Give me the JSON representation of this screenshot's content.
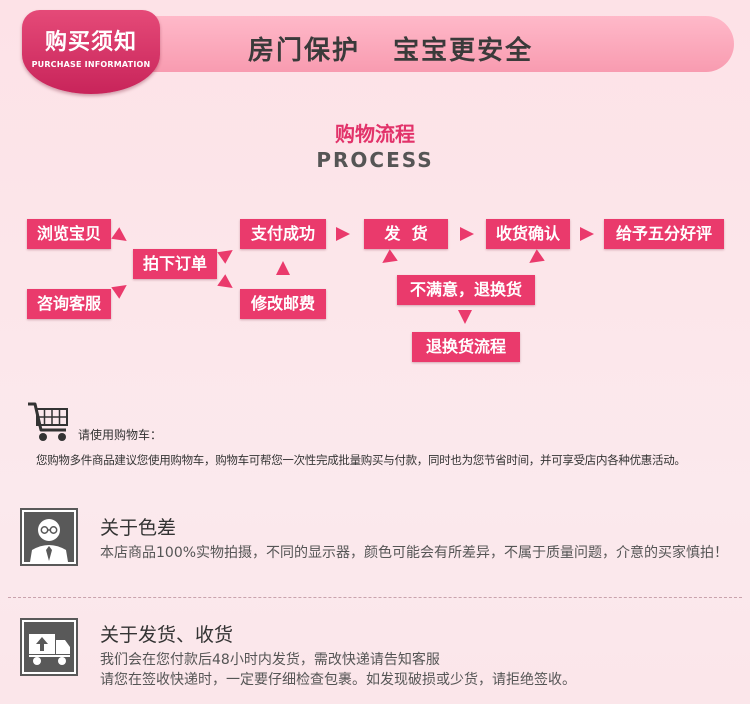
{
  "header": {
    "badge_title": "购买须知",
    "badge_subtitle": "PURCHASE INFORMATION",
    "slogan": "房门保护   宝宝更安全"
  },
  "process": {
    "title": "购物流程",
    "subtitle": "PROCESS",
    "steps": {
      "browse": "浏览宝贝",
      "consult": "咨询客服",
      "order": "拍下订单",
      "pay": "支付成功",
      "modify": "修改邮费",
      "ship": "发  货",
      "receive": "收货确认",
      "review": "给予五分好评",
      "unsatisfied": "不满意，退换货",
      "return_flow": "退换货流程"
    }
  },
  "cart": {
    "icon": "shopping-cart-icon",
    "label": "请使用购物车：",
    "description": "您购物多件商品建议您使用购物车，购物车可帮您一次性完成批量购买与付款，同时也为您节省时间，并可享受店内各种优惠活动。"
  },
  "sections": {
    "color": {
      "icon": "person-glasses-icon",
      "title": "关于色差",
      "text": "本店商品100%实物拍摄，不同的显示器，颜色可能会有所差异，不属于质量问题，介意的买家慎拍！"
    },
    "shipping": {
      "icon": "delivery-truck-icon",
      "title": "关于发货、收货",
      "line1": "我们会在您付款后48小时内发货，需改快递请告知客服",
      "line2": "请您在签收快递时，一定要仔细检查包裹。如发现破损或少货，请拒绝签收。"
    }
  },
  "colors": {
    "accent": "#ea3a6c",
    "badge": "#d2346a",
    "header_bar": "#f9a6b9"
  }
}
